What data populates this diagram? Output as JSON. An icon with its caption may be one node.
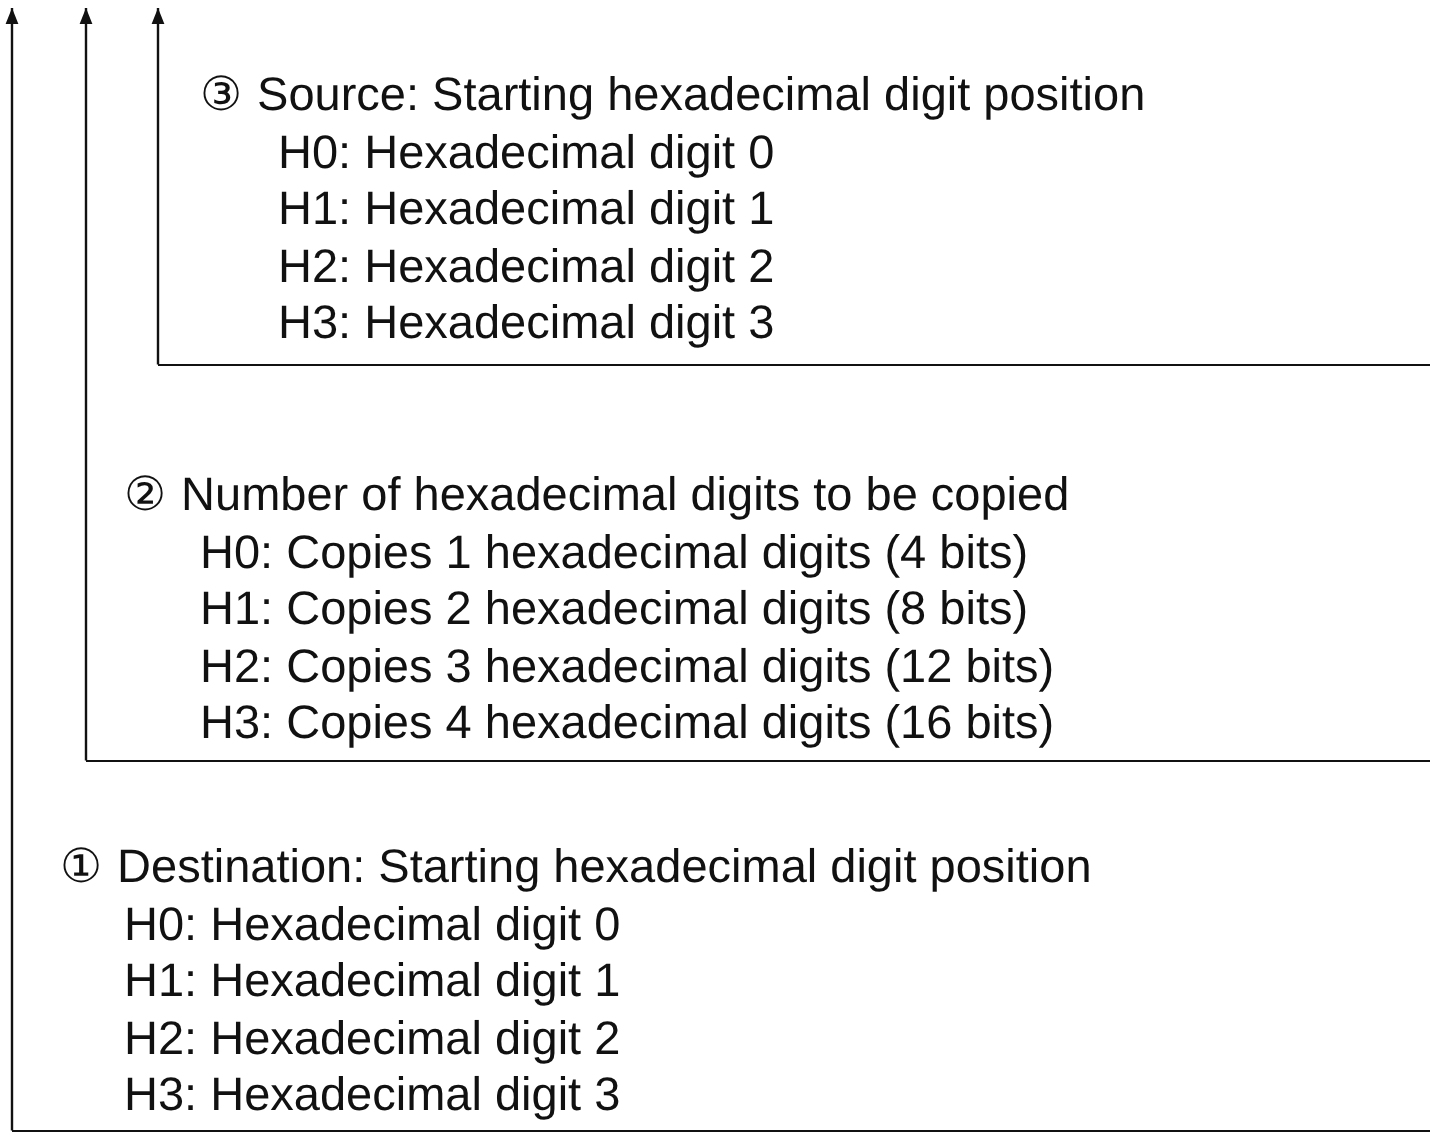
{
  "diagram": {
    "nodes": [
      {
        "text": [
          "③ Source: Starting hexadecimal digit position",
          "H0: Hexadecimal digit 0",
          "H1: Hexadecimal digit 1",
          "H2: Hexadecimal digit 2",
          "H3: Hexadecimal digit 3"
        ]
      },
      {
        "text": [
          "② Number of hexadecimal digits to be copied",
          "H0: Copies 1 hexadecimal digits (4 bits)",
          "H1: Copies 2 hexadecimal digits (8 bits)",
          "H2: Copies 3 hexadecimal digits (12 bits)",
          "H3: Copies 4 hexadecimal digits (16 bits)"
        ]
      },
      {
        "text": [
          "① Destination: Starting hexadecimal digit position",
          "H0: Hexadecimal digit 0",
          "H1: Hexadecimal digit 1",
          "H2: Hexadecimal digit 2",
          "H3: Hexadecimal digit 3"
        ]
      }
    ],
    "edges": [
      {
        "from": 0,
        "to": null,
        "arrow": "to"
      },
      {
        "from": 1,
        "to": null,
        "arrow": "to"
      },
      {
        "from": 2,
        "to": null,
        "arrow": "to"
      }
    ]
  }
}
